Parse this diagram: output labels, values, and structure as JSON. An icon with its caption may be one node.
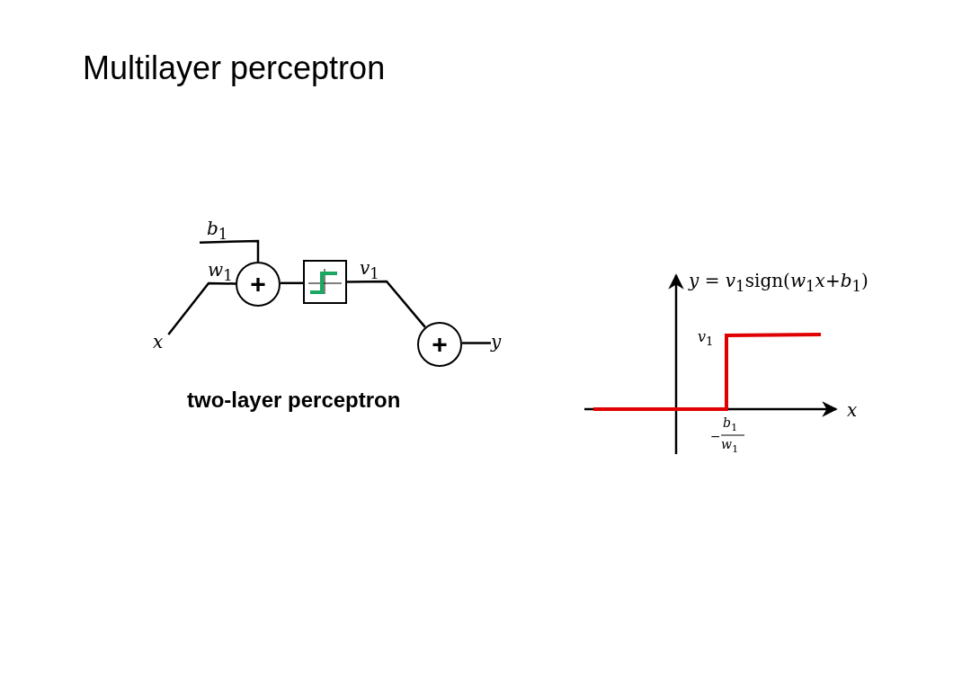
{
  "diagram": {
    "title": "Multilayer perceptron",
    "caption": "two-layer perceptron",
    "nodes": [
      {
        "text": [
          "x"
        ]
      },
      {
        "text": [
          "*b*$_{1}$"
        ]
      },
      {
        "text": [
          "+"
        ]
      },
      {
        "text": [],
        "shape": "box"
      },
      {
        "text": [
          "+"
        ]
      },
      {
        "text": [
          "y"
        ]
      }
    ],
    "edges": [
      {
        "from": 0,
        "to": 2,
        "arrow": "none",
        "label": "*w*$_{1}$"
      },
      {
        "from": 1,
        "to": 2,
        "arrow": "none"
      },
      {
        "from": 2,
        "to": 3,
        "arrow": "none"
      },
      {
        "from": 3,
        "to": 4,
        "arrow": "none",
        "label": "*v*$_{1}$"
      },
      {
        "from": 4,
        "to": 5,
        "arrow": "none"
      }
    ],
    "labels": [
      "*y* = *v*$_{1}$sign(*w*$_{1}$*x*+*b*$_{1}$)",
      "*v*$_{1}$",
      "x",
      "−",
      "*b*$_{1}$",
      "*w*$_{1}$"
    ]
  }
}
